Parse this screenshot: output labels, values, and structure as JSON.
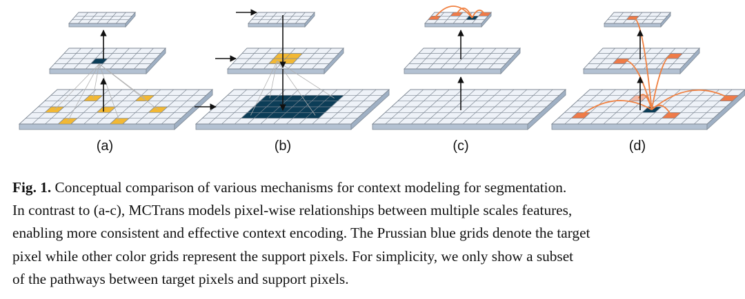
{
  "panels": [
    {
      "id": "a",
      "label": "(a)"
    },
    {
      "id": "b",
      "label": "(b)"
    },
    {
      "id": "c",
      "label": "(c)"
    },
    {
      "id": "d",
      "label": "(d)"
    }
  ],
  "colors": {
    "grid_face": "#eef2f8",
    "grid_line": "#7d8793",
    "grid_side": "#b3c1d2",
    "target": "#0c3d57",
    "support_yellow": "#f2b834",
    "support_orange": "#ee7a4a",
    "support_pink": "#f3b9a6",
    "connection": "#f08040",
    "arrow": "#111111"
  },
  "caption": {
    "lead": "Fig. 1.",
    "lines": [
      "Conceptual comparison of various mechanisms for context modeling for segmentation.",
      "In contrast to (a-c), MCTrans models pixel-wise relationships between multiple scales features,",
      "enabling more consistent and effective context encoding. The Prussian blue grids denote the target",
      "pixel while other color grids represent the support pixels. For simplicity, we only show a subset",
      "of the pathways between target pixels and support pixels."
    ]
  }
}
